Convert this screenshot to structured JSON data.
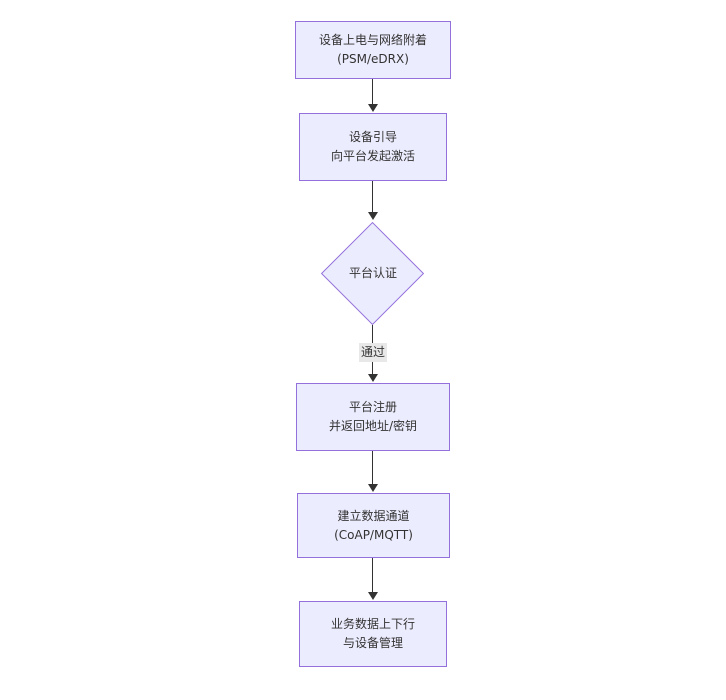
{
  "diagram": {
    "type": "flowchart",
    "direction": "top-down",
    "nodes": [
      {
        "id": "A",
        "shape": "rect",
        "lines": [
          "设备上电与网络附着",
          "(PSM/eDRX)"
        ]
      },
      {
        "id": "B",
        "shape": "rect",
        "lines": [
          "设备引导",
          "向平台发起激活"
        ]
      },
      {
        "id": "C",
        "shape": "diamond",
        "lines": [
          "平台认证"
        ]
      },
      {
        "id": "D",
        "shape": "rect",
        "lines": [
          "平台注册",
          "并返回地址/密钥"
        ]
      },
      {
        "id": "E",
        "shape": "rect",
        "lines": [
          "建立数据通道",
          "(CoAP/MQTT)"
        ]
      },
      {
        "id": "F",
        "shape": "rect",
        "lines": [
          "业务数据上下行",
          "与设备管理"
        ]
      }
    ],
    "edges": [
      {
        "from": "A",
        "to": "B",
        "label": ""
      },
      {
        "from": "B",
        "to": "C",
        "label": ""
      },
      {
        "from": "C",
        "to": "D",
        "label": "通过"
      },
      {
        "from": "D",
        "to": "E",
        "label": ""
      },
      {
        "from": "E",
        "to": "F",
        "label": ""
      }
    ],
    "colors": {
      "node_fill": "#ECECFF",
      "node_border": "#9370DB",
      "text": "#333333",
      "arrow": "#333333",
      "edge_label_bg": "#e8e8e8",
      "background": "#ffffff"
    }
  }
}
